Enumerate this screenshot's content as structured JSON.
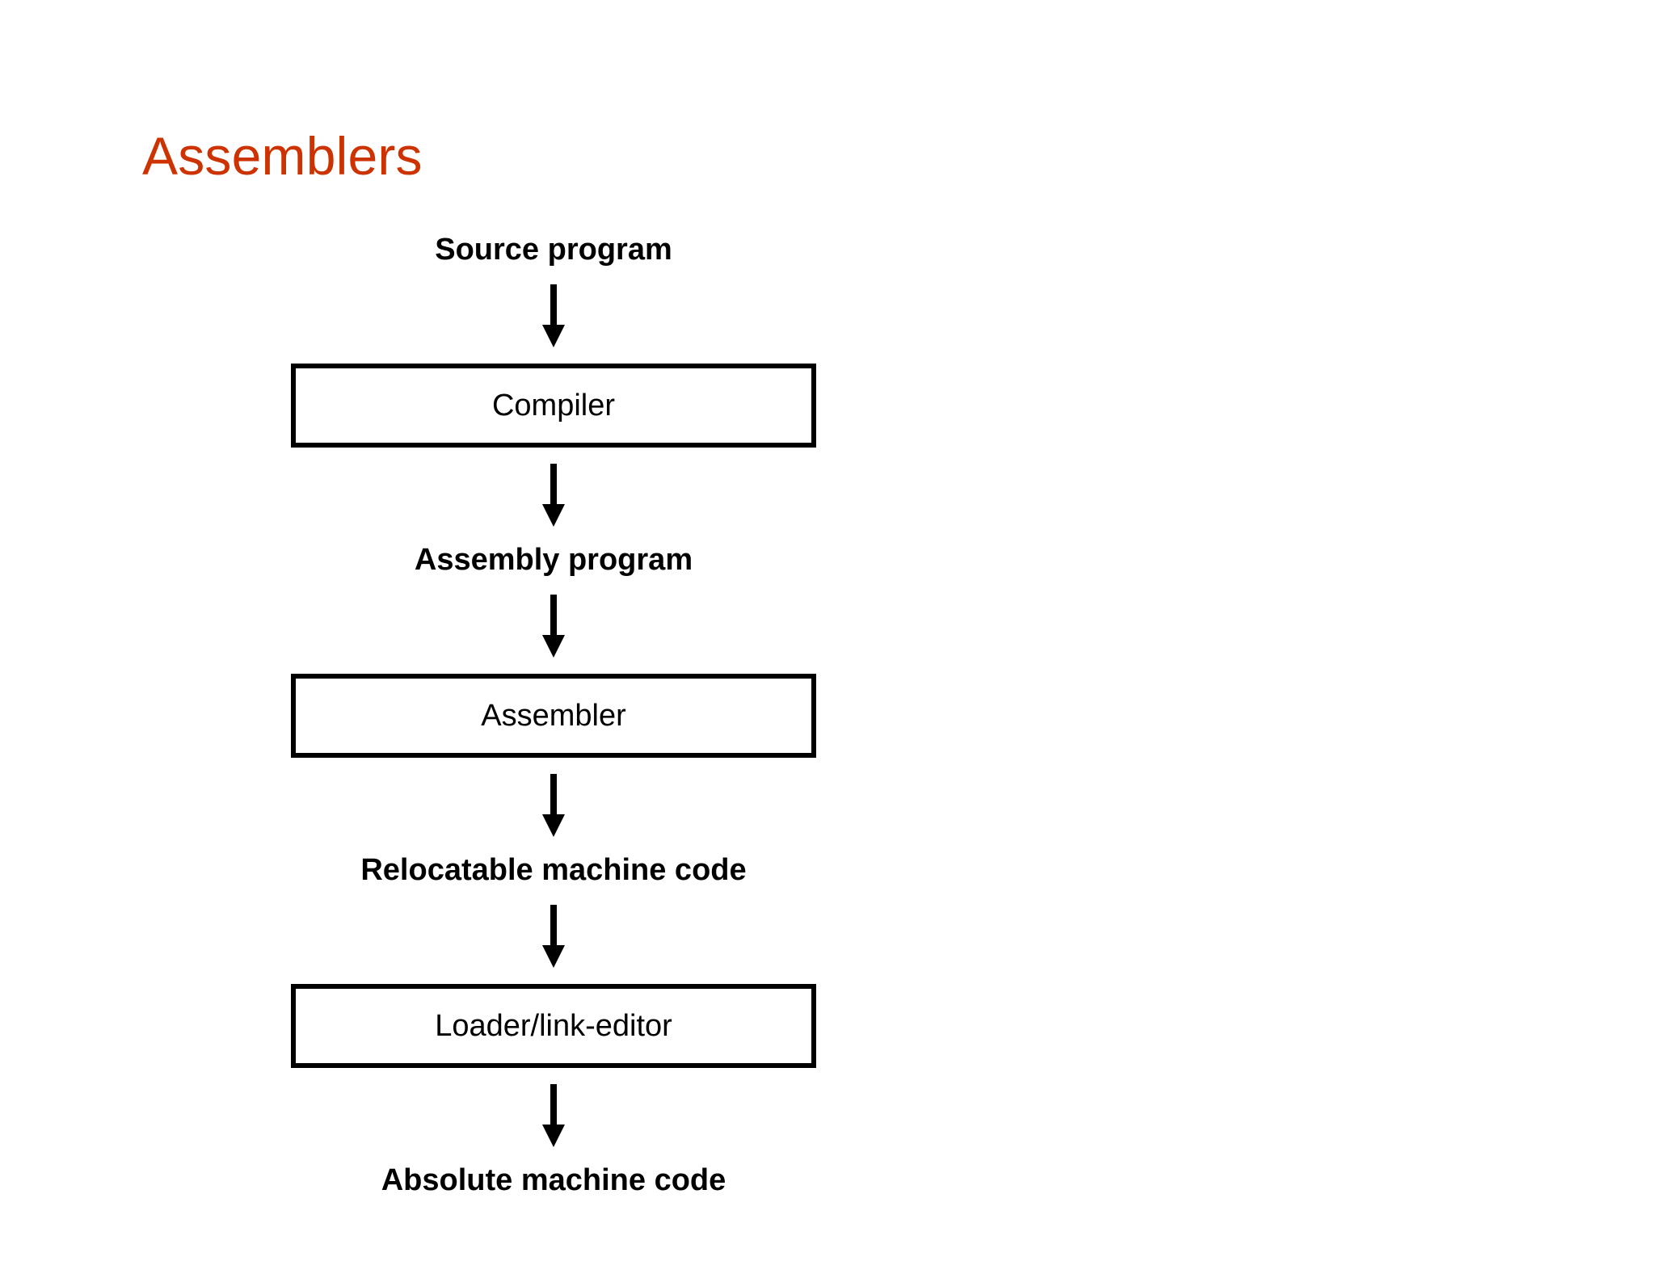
{
  "slide": {
    "title": "Assemblers",
    "title_color": "#CC3300",
    "background_color": "#FFFFFF",
    "text_color": "#000000",
    "border_color": "#000000"
  },
  "diagram": {
    "type": "flowchart-vertical",
    "arrow_glyph": "down-arrow",
    "nodes": [
      {
        "id": "source-program",
        "kind": "artifact",
        "label": "Source program"
      },
      {
        "id": "compiler",
        "kind": "process",
        "label": "Compiler"
      },
      {
        "id": "assembly-program",
        "kind": "artifact",
        "label": "Assembly program"
      },
      {
        "id": "assembler",
        "kind": "process",
        "label": "Assembler"
      },
      {
        "id": "relocatable-machine-code",
        "kind": "artifact",
        "label": "Relocatable machine code"
      },
      {
        "id": "loader-link-editor",
        "kind": "process",
        "label": "Loader/link-editor"
      },
      {
        "id": "absolute-machine-code",
        "kind": "artifact",
        "label": "Absolute machine code"
      }
    ],
    "edges": [
      {
        "from": "source-program",
        "to": "compiler"
      },
      {
        "from": "compiler",
        "to": "assembly-program"
      },
      {
        "from": "assembly-program",
        "to": "assembler"
      },
      {
        "from": "assembler",
        "to": "relocatable-machine-code"
      },
      {
        "from": "relocatable-machine-code",
        "to": "loader-link-editor"
      },
      {
        "from": "loader-link-editor",
        "to": "absolute-machine-code"
      }
    ]
  }
}
